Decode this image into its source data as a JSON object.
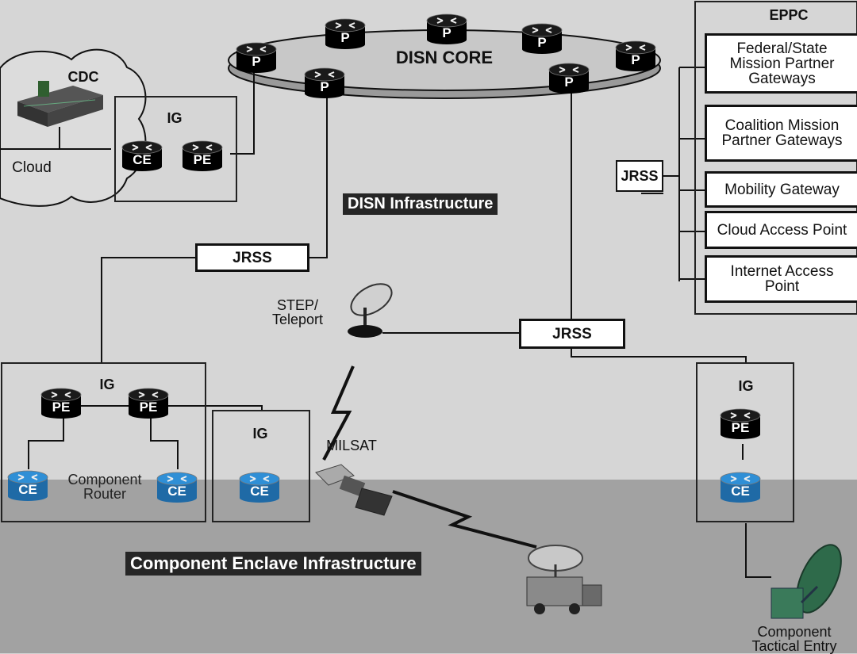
{
  "labels": {
    "disn_core": "DISN CORE",
    "cdc": "CDC",
    "cloud": "Cloud",
    "ig": "IG",
    "disn_infrastructure": "DISN Infrastructure",
    "jrss": "JRSS",
    "step_teleport": "STEP/\nTeleport",
    "milsat": "MILSAT",
    "component_router": "Component\nRouter",
    "component_enclave_infrastructure": "Component Enclave Infrastructure",
    "component_tactical_entry": "Component\nTactical Entry",
    "eppc": "EPPC"
  },
  "router_labels": {
    "p": "P",
    "ce": "CE",
    "pe": "PE"
  },
  "eppc_gateways": [
    "Federal/State\nMission Partner\nGateways",
    "Coalition Mission\nPartner Gateways",
    "Mobility Gateway",
    "Cloud Access Point",
    "Internet Access\nPoint"
  ],
  "colors": {
    "background_upper": "#d4d4d4",
    "background_lower": "#a0a0a0",
    "router_black": "#1a1a1a",
    "router_blue": "#2f8fd6",
    "label_band": "#262626"
  },
  "icons": {
    "router": "router-icon",
    "satellite_dish": "satellite-dish-icon",
    "satellite": "satellite-icon",
    "truck": "truck-icon",
    "datacenter": "datacenter-icon",
    "cloud": "cloud-icon"
  }
}
